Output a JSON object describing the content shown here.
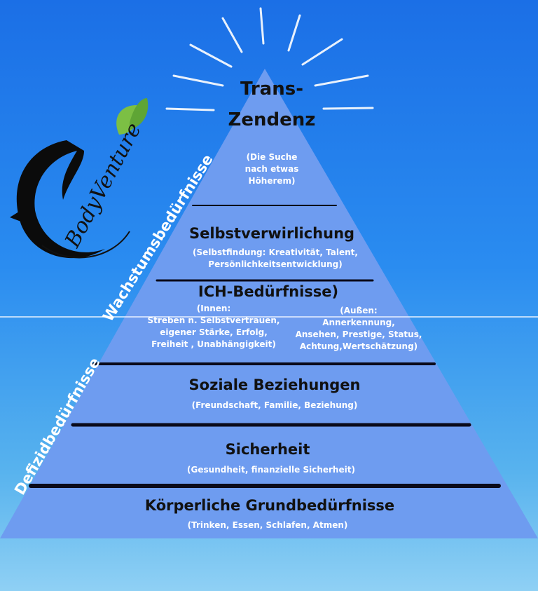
{
  "colors": {
    "pyramid": "#6e9cf0",
    "divider": "#0a0a1a"
  },
  "logo": {
    "text": "BodyVenture"
  },
  "side_labels": {
    "growth": "Wachstumsbedürfnisse",
    "deficit": "Defizidbedürfnisse"
  },
  "levels": {
    "transcendence": {
      "title_line1": "Trans-",
      "title_line2": "Zendenz",
      "sub": [
        "(Die Suche",
        "nach etwas",
        "Höherem)"
      ]
    },
    "self_actualization": {
      "title": "Selbstverwirlichung",
      "sub": [
        "(Selbstfindung: Kreativität, Talent,",
        "Persönlichkeitsentwicklung)"
      ]
    },
    "esteem": {
      "title": "ICH-Bedürfnisse)",
      "inner": [
        "(Innen:",
        "Streben n. Selbstvertrauen,",
        "eigener Stärke, Erfolg,",
        "Freiheit , Unabhängigkeit)"
      ],
      "outer": [
        "(Außen:",
        "Annerkennung,",
        "Ansehen, Prestige, Status,",
        "Achtung,Wertschätzung)"
      ]
    },
    "social": {
      "title": "Soziale Beziehungen",
      "sub": "(Freundschaft, Familie, Beziehung)"
    },
    "safety": {
      "title": "Sicherheit",
      "sub": "(Gesundheit, finanzielle Sicherheit)"
    },
    "physiological": {
      "title": "Körperliche Grundbedürfnisse",
      "sub": "(Trinken, Essen, Schlafen, Atmen)"
    }
  }
}
